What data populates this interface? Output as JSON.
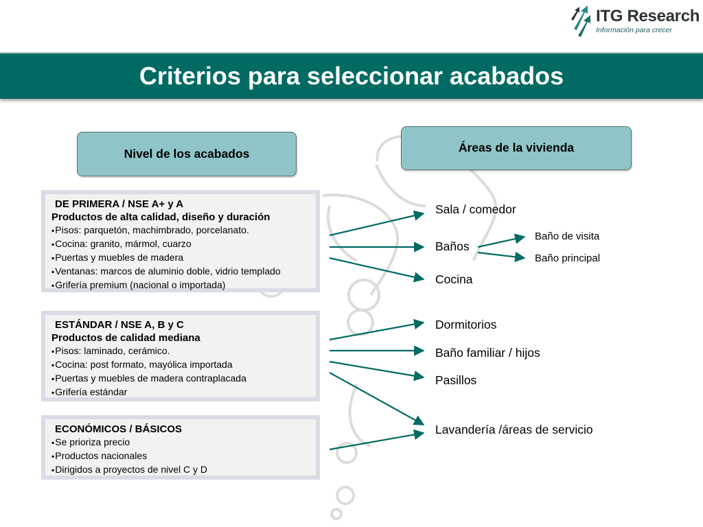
{
  "logo": {
    "name": "ITG Research",
    "tagline": "Información para crecer"
  },
  "title": "Criterios para seleccionar acabados",
  "levels_header": "Nivel de los acabados",
  "areas_header": "Áreas de la vivienda",
  "levels": [
    {
      "heading": "DE PRIMERA / NSE A+ y A",
      "subheading": "Productos de alta calidad, diseño y duración",
      "items": [
        "Pisos: parquetón, machimbrado, porcelanato.",
        "Cocina: granito, mármol, cuarzo",
        "Puertas y muebles de madera",
        "Ventanas: marcos de aluminio doble, vidrio templado",
        "Grifería premium (nacional o importada)"
      ]
    },
    {
      "heading": "ESTÁNDAR / NSE A, B y C",
      "subheading": "Productos de calidad mediana",
      "items": [
        "Pisos: laminado, cerámico.",
        "Cocina: post formato, mayólica importada",
        "Puertas y muebles de madera contraplacada",
        "Grifería estándar"
      ]
    },
    {
      "heading": "ECONÓMICOS / BÁSICOS",
      "subheading": "",
      "items": [
        "Se prioriza precio",
        "Productos nacionales",
        "Dirigidos a proyectos de nivel C y D"
      ]
    }
  ],
  "areas": [
    "Sala / comedor",
    "Baños",
    "Cocina",
    "Dormitorios",
    "Baño familiar / hijos",
    "Pasillos",
    "Lavandería /áreas de servicio"
  ],
  "bath_subareas": [
    "Baño de visita",
    "Baño principal"
  ],
  "colors": {
    "title_band": "#006a63",
    "pill": "#8fc5c8",
    "arrow": "#006a63",
    "panel_fill": "#f2f2f2",
    "panel_border": "#d9dde3"
  }
}
